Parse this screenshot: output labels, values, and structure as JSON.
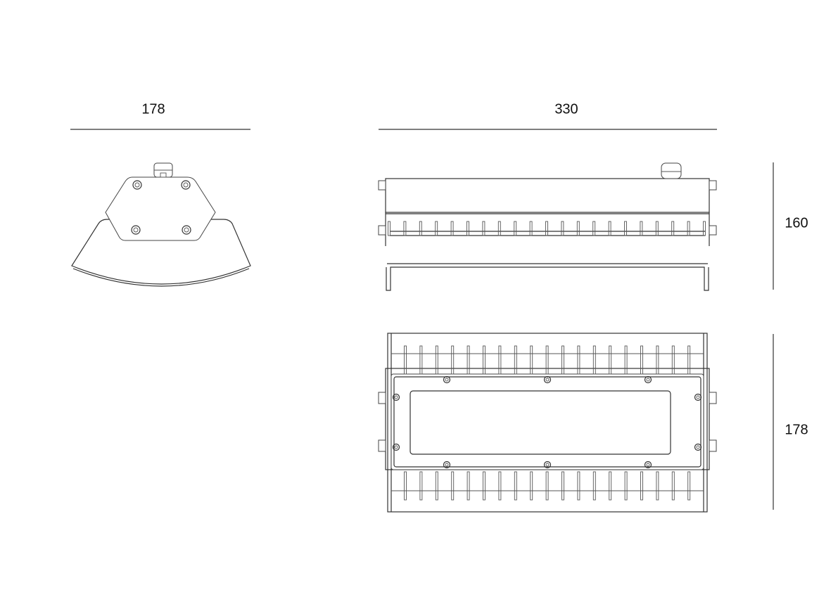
{
  "dimensions": {
    "front_width": "178",
    "side_length": "330",
    "side_height": "160",
    "bottom_depth": "178"
  },
  "colors": {
    "line": "#333333",
    "background": "#ffffff"
  }
}
